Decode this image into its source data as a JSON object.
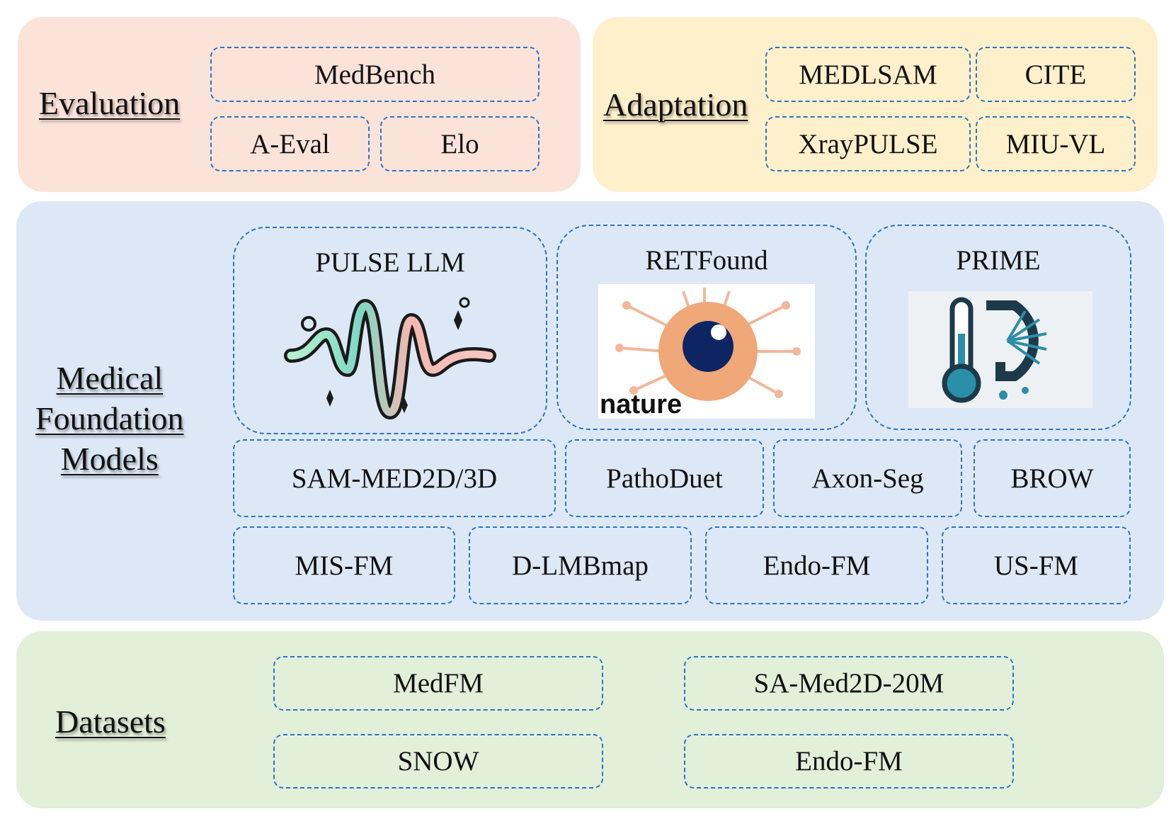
{
  "evaluation": {
    "title": "Evaluation",
    "items": [
      "MedBench",
      "A-Eval",
      "Elo"
    ]
  },
  "adaptation": {
    "title": "Adaptation",
    "items": [
      "MEDLSAM",
      "CITE",
      "XrayPULSE",
      "MIU-VL"
    ]
  },
  "medical_foundation_models": {
    "title_lines": [
      "Medical",
      "Foundation",
      "Models"
    ],
    "featured": [
      {
        "label": "PULSE LLM",
        "icon": "waveform-logo-icon"
      },
      {
        "label": "RETFound",
        "icon": "eye-circuit-logo-icon",
        "image_text": "nature"
      },
      {
        "label": "PRIME",
        "icon": "thermometer-logo-icon"
      }
    ],
    "row1": [
      "SAM-MED2D/3D",
      "PathoDuet",
      "Axon-Seg",
      "BROW"
    ],
    "row2": [
      "MIS-FM",
      "D-LMBmap",
      "Endo-FM",
      "US-FM"
    ]
  },
  "datasets": {
    "title": "Datasets",
    "items": [
      "MedFM",
      "SA-Med2D-20M",
      "SNOW",
      "Endo-FM"
    ]
  },
  "colors": {
    "evaluation_bg": "#fbe3d9",
    "adaptation_bg": "#fff0cc",
    "models_bg": "#dce8f6",
    "datasets_bg": "#e2efd9",
    "dashed_border": "#2a74c4"
  }
}
